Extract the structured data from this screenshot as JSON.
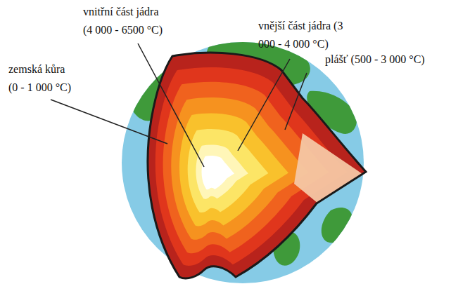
{
  "diagram": {
    "labels": [
      "vnitřní část jádra (4 000 - 6500 °C)",
      "vnější část jádra (3 000 - 4 000 °C)",
      "zemská kůra (0 - 1 000 °C)",
      "plášť (500 - 3 000 °C)"
    ]
  }
}
